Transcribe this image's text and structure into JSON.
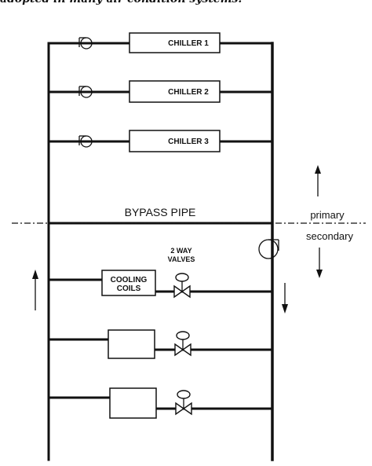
{
  "caption": "adopted in many air condition systems.",
  "chillers": [
    {
      "label": "CHILLER 1"
    },
    {
      "label": "CHILLER 2"
    },
    {
      "label": "CHILLER 3"
    }
  ],
  "bypass_label": "BYPASS PIPE",
  "zone_labels": {
    "upper": "primary",
    "lower": "secondary"
  },
  "valve_label": [
    "2 WAY",
    "VALVES"
  ],
  "coil_label": [
    "COOLING",
    "COILS"
  ]
}
